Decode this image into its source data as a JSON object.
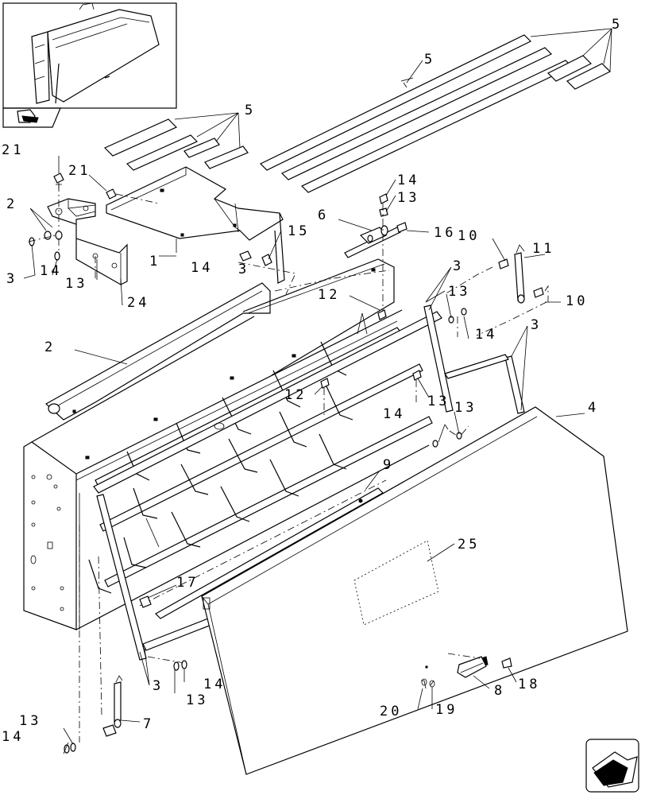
{
  "callouts": [
    {
      "id": "c5a",
      "text": "5"
    },
    {
      "id": "c5b",
      "text": "5"
    },
    {
      "id": "c5c",
      "text": "5"
    },
    {
      "id": "c21a",
      "text": "21"
    },
    {
      "id": "c21b",
      "text": "21"
    },
    {
      "id": "c2a",
      "text": "2"
    },
    {
      "id": "c3a",
      "text": "3"
    },
    {
      "id": "c14a",
      "text": "14"
    },
    {
      "id": "c13a",
      "text": "13"
    },
    {
      "id": "c24",
      "text": "24"
    },
    {
      "id": "c1",
      "text": "1"
    },
    {
      "id": "c14b",
      "text": "14"
    },
    {
      "id": "c3b",
      "text": "3"
    },
    {
      "id": "c15",
      "text": "15"
    },
    {
      "id": "c14c",
      "text": "14"
    },
    {
      "id": "c13b",
      "text": "13"
    },
    {
      "id": "c6",
      "text": "6"
    },
    {
      "id": "c16",
      "text": "16"
    },
    {
      "id": "c10a",
      "text": "10"
    },
    {
      "id": "c11",
      "text": "11"
    },
    {
      "id": "c3c",
      "text": "3"
    },
    {
      "id": "c12a",
      "text": "12"
    },
    {
      "id": "c13c",
      "text": "13"
    },
    {
      "id": "c10b",
      "text": "10"
    },
    {
      "id": "c14d",
      "text": "14"
    },
    {
      "id": "c3d",
      "text": "3"
    },
    {
      "id": "c2b",
      "text": "2"
    },
    {
      "id": "c12b",
      "text": "12"
    },
    {
      "id": "c13d",
      "text": "13"
    },
    {
      "id": "c14e",
      "text": "14"
    },
    {
      "id": "c13e",
      "text": "13"
    },
    {
      "id": "c4",
      "text": "4"
    },
    {
      "id": "c9",
      "text": "9"
    },
    {
      "id": "c25",
      "text": "25"
    },
    {
      "id": "c17",
      "text": "17"
    },
    {
      "id": "c3e",
      "text": "3"
    },
    {
      "id": "c14f",
      "text": "14"
    },
    {
      "id": "c13f",
      "text": "13"
    },
    {
      "id": "c7",
      "text": "7"
    },
    {
      "id": "c13g",
      "text": "13"
    },
    {
      "id": "c14g",
      "text": "14"
    },
    {
      "id": "c8",
      "text": "8"
    },
    {
      "id": "c18",
      "text": "18"
    },
    {
      "id": "c20",
      "text": "20"
    },
    {
      "id": "c19",
      "text": "19"
    }
  ]
}
